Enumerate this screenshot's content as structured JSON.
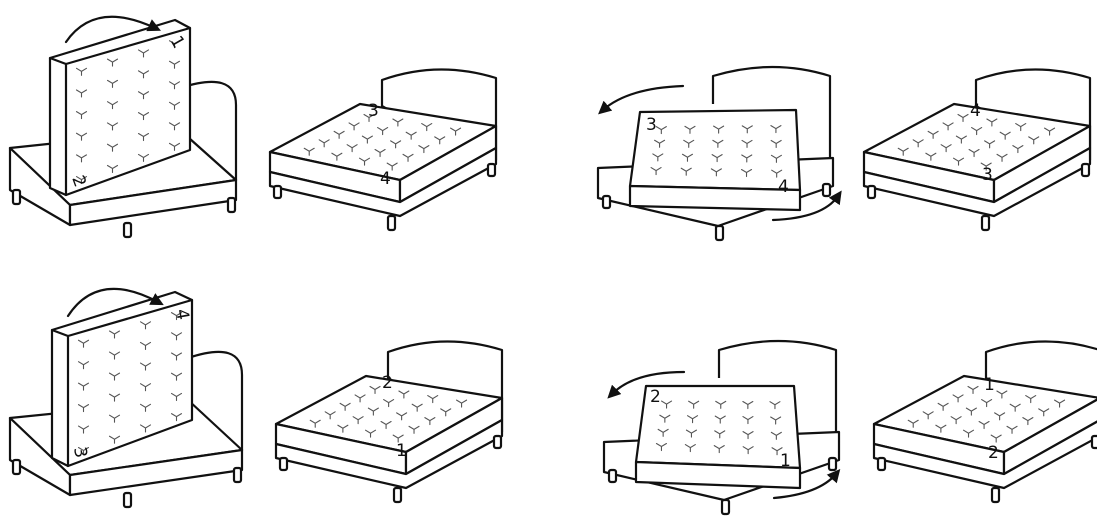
{
  "panels": [
    {
      "id": "r1-flip",
      "labels": [
        "1",
        "2"
      ],
      "arrow": "flip"
    },
    {
      "id": "r1-result",
      "labels": [
        "3",
        "4"
      ]
    },
    {
      "id": "r1-rotate",
      "labels": [
        "3",
        "4"
      ],
      "arrow": "rotate"
    },
    {
      "id": "r1-final",
      "labels": [
        "4",
        "3"
      ]
    },
    {
      "id": "r2-flip",
      "labels": [
        "4",
        "3"
      ],
      "arrow": "flip"
    },
    {
      "id": "r2-result",
      "labels": [
        "2",
        "1"
      ]
    },
    {
      "id": "r2-rotate",
      "labels": [
        "2",
        "1"
      ],
      "arrow": "rotate"
    },
    {
      "id": "r2-final",
      "labels": [
        "1",
        "2"
      ]
    }
  ],
  "colors": {
    "line": "#111111",
    "tuft": "#555555",
    "background": "#ffffff"
  }
}
